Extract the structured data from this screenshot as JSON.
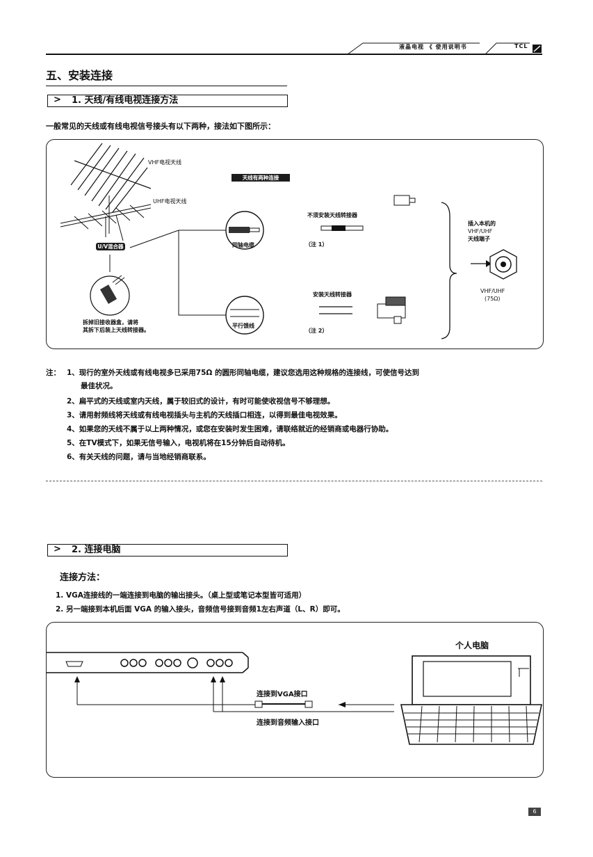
{
  "header": {
    "manual_title": "液晶电视 《 使用说明书",
    "brand": "TCL"
  },
  "section": {
    "title": "五、安装连接"
  },
  "part1": {
    "arrow": ">",
    "heading": "1. 天线/有线电视连接方法",
    "intro": "一般常见的天线或有线电视信号接头有以下两种，接法如下图所示：",
    "diagram": {
      "vhf_antenna": "VHF电视天线",
      "uhf_antenna": "UHF电视天线",
      "mixer": "U/V混合器",
      "two_connections": "天线有两种连接",
      "coax_cable": "同轴电缆",
      "flat_cable": "平行馈线",
      "no_adapter": "不须安装天线转接器",
      "note1": "（注 1）",
      "need_adapter": "安装天线转接器",
      "note2": "（注 2）",
      "plug_into_line1": "插入本机的",
      "plug_into_line2": "VHF/UHF",
      "plug_into_line3": "天线端子",
      "terminal_line1": "VHF/UHF",
      "terminal_line2": "(75Ω)",
      "remove_line1": "拆掉旧接收器盒，请将",
      "remove_line2": "其拆下后装上天线转接器。"
    },
    "notes_label": "注：",
    "notes": [
      "1、现行的室外天线或有线电视多已采用75Ω 的圆形同轴电缆，建议您选用这种规格的连接线，可使信号达到",
      "最佳状况。",
      "2、扁平式的天线或室内天线，属于较旧式的设计，有时可能使收视信号不够理想。",
      "3、请用射频线将天线或有线电视插头与主机的天线插口相连，以得到最佳电视效果。",
      "4、如果您的天线不属于以上两种情况，或您在安装时发生困难，请联络就近的经销商或电器行协助。",
      "5、在TV模式下，如果无信号输入，电视机将在15分钟后自动待机。",
      "6、有关天线的问题，请与当地经销商联系。"
    ]
  },
  "part2": {
    "arrow": ">",
    "heading": "2. 连接电脑",
    "method_title": "连接方法：",
    "steps": [
      "1. VGA连接线的一端连接到电脑的输出接头。（桌上型或笔记本型皆可适用）",
      "2. 另一端接到本机后面 VGA 的输入接头，音频信号接到音频1左右声道（L、R）即可。"
    ],
    "diagram": {
      "pc_label": "个人电脑",
      "vga_label": "连接到VGA接口",
      "audio_label": "连接到音频输入接口"
    }
  },
  "page_number": "6"
}
